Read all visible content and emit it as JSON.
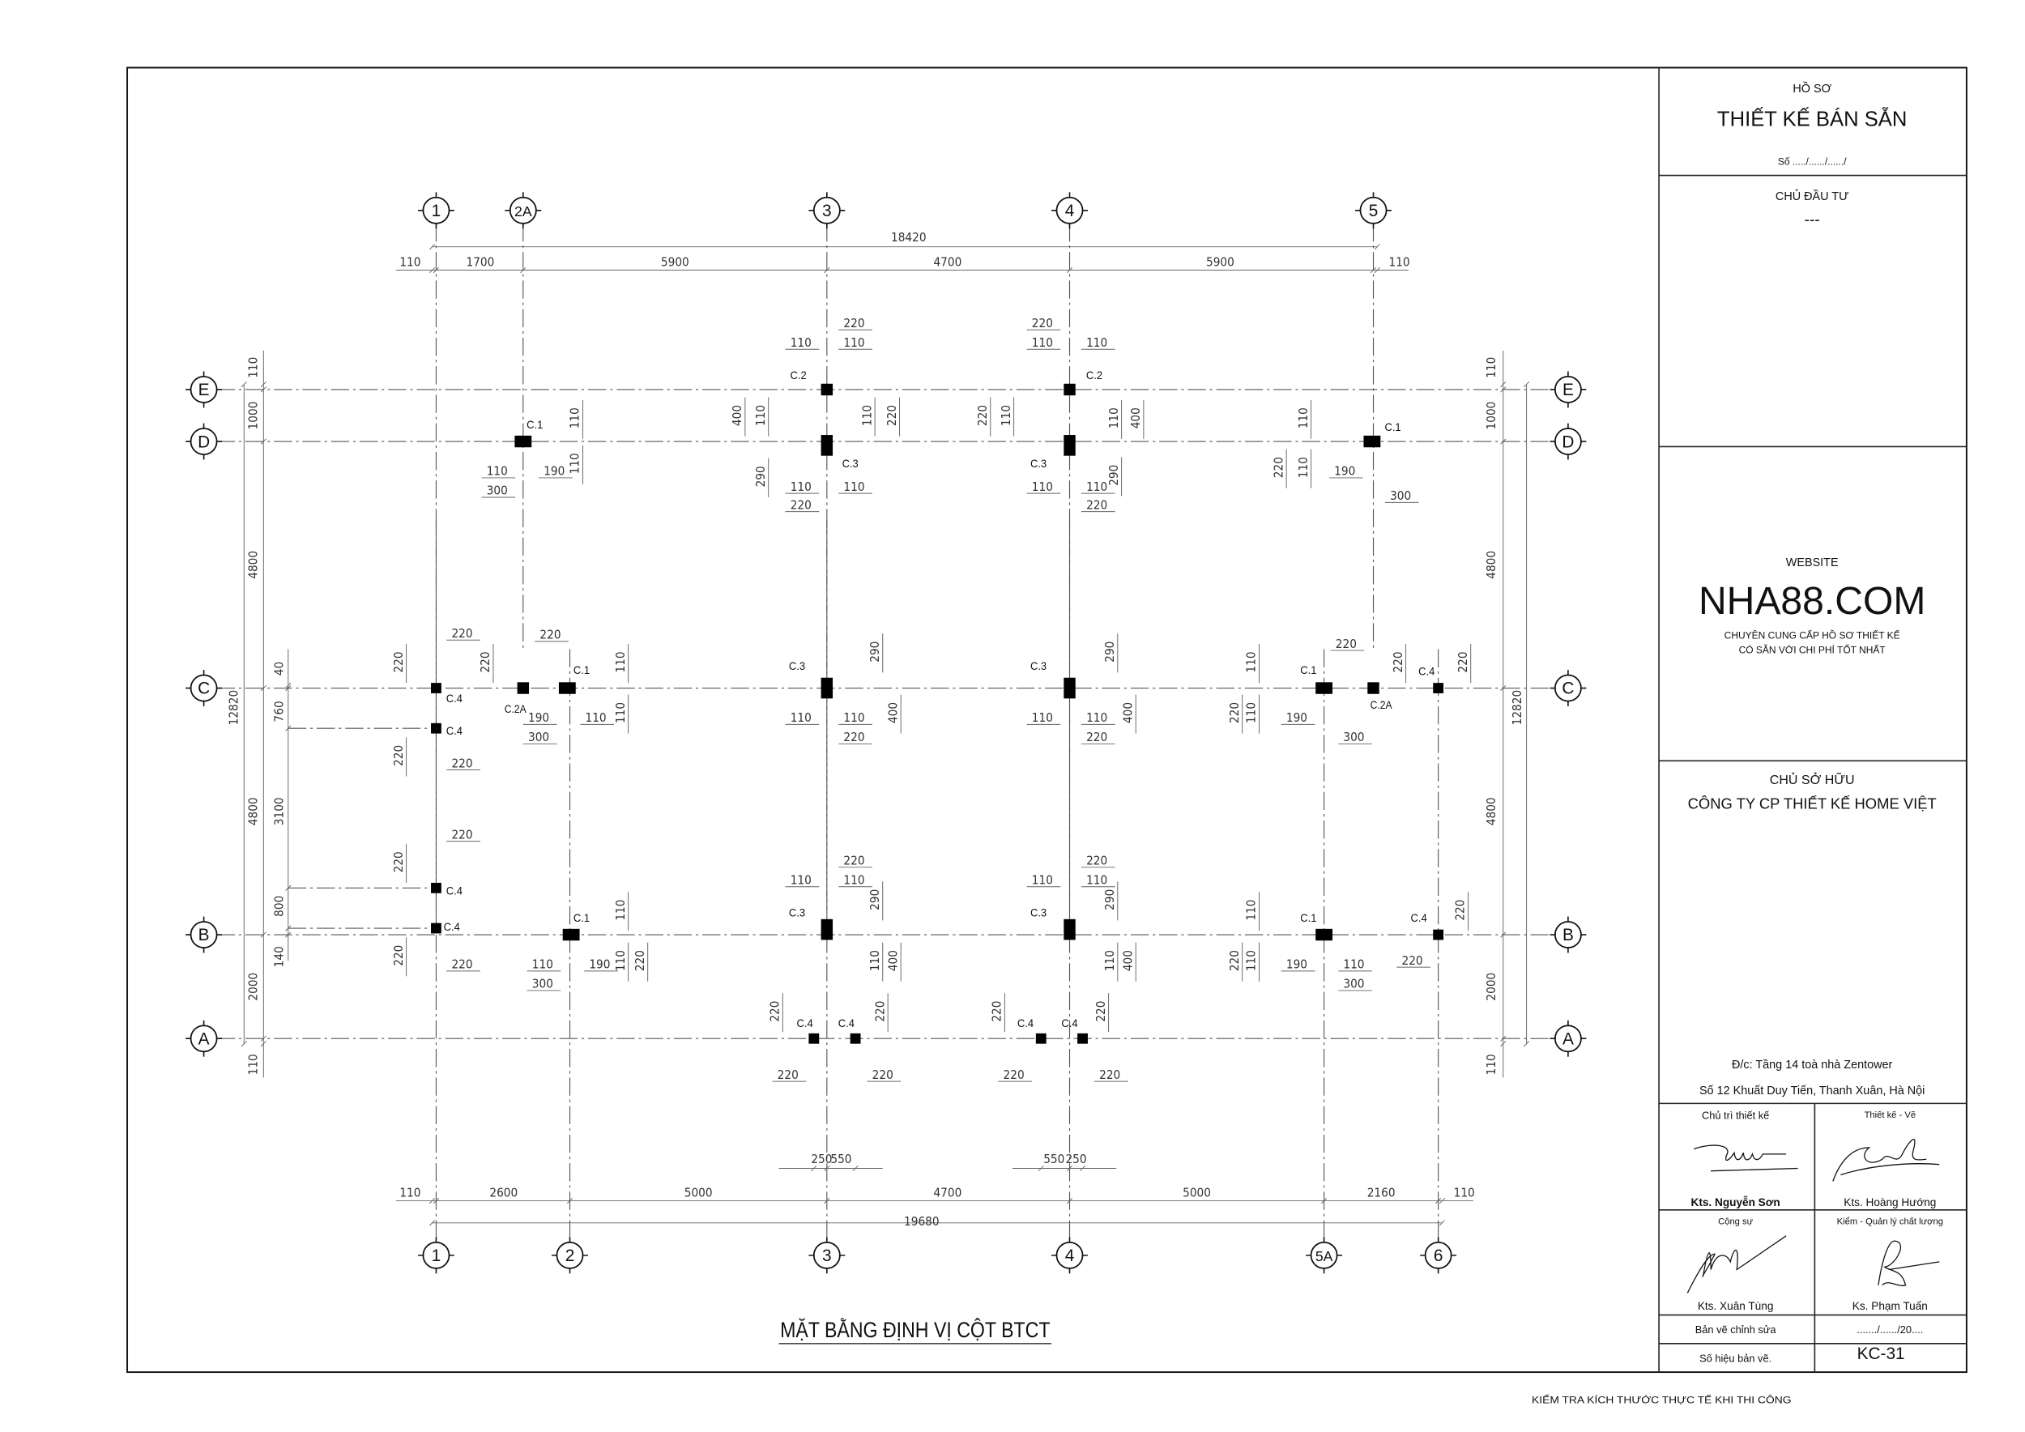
{
  "title_block": {
    "ho_so": "HỒ SƠ",
    "project_title": "THIẾT KẾ BÁN SẴN",
    "number": "Số ...../....../....../",
    "investor_label": "CHỦ ĐẦU TƯ",
    "investor_value": "---",
    "website_label": "WEBSITE",
    "website": "NHA88.COM",
    "tagline_1": "CHUYÊN CUNG CẤP HỒ SƠ THIẾT KẾ",
    "tagline_2": "CÓ SẴN VỚI CHI PHÍ TỐT NHẤT",
    "owner_label": "CHỦ SỞ HỮU",
    "owner_value": "CÔNG TY CP THIẾT KẾ HOME VIỆT",
    "address_1": "Đ/c: Tầng 14 toà nhà Zentower",
    "address_2": "Số 12 Khuất Duy Tiến, Thanh Xuân, Hà Nội",
    "roles": [
      {
        "role": "Chủ trì thiết kế",
        "name": "Kts. Nguyễn Sơn"
      },
      {
        "role": "Thiết kế - Vẽ",
        "name": "Kts. Hoàng Hướng"
      },
      {
        "role": "Cộng sự",
        "name": "Kts. Xuân Tùng"
      },
      {
        "role": "Kiểm - Quản lý chất lượng",
        "name": "Ks. Phạm Tuấn"
      }
    ],
    "revision_label": "Bản vẽ chỉnh sửa",
    "revision_value": "......./....../20....",
    "sheet_label": "Số hiệu bản vẽ.",
    "sheet_value": "KC-31"
  },
  "drawing": {
    "title": "MẶT BẰNG ĐỊNH VỊ CỘT BTCT",
    "footer_note": "KIỂM TRA KÍCH THƯỚC THỰC TẾ KHI THI CÔNG",
    "top_axes": [
      "1",
      "2A",
      "3",
      "4",
      "5"
    ],
    "bottom_axes": [
      "1",
      "2",
      "3",
      "4",
      "5A",
      "6"
    ],
    "row_axes": [
      "E",
      "D",
      "C",
      "B",
      "A"
    ],
    "top_overall": "18420",
    "top_dims": [
      "110",
      "1700",
      "5900",
      "4700",
      "5900",
      "110"
    ],
    "bottom_overall": "19680",
    "bottom_dims": [
      "110",
      "2600",
      "5000",
      "4700",
      "5000",
      "2160",
      "110"
    ],
    "bottom_extra": [
      "250",
      "550",
      "550",
      "250"
    ],
    "left_overall": "12820",
    "left_dims": [
      "110",
      "1000",
      "4800",
      "4800",
      "2000",
      "110"
    ],
    "left_inner_dims": [
      "40",
      "760",
      "3100",
      "800",
      "140"
    ],
    "right_overall": "12820",
    "right_dims": [
      "110",
      "1000",
      "4800",
      "4800",
      "2000",
      "110"
    ],
    "columns": [
      {
        "label": "C.1",
        "dims": [
          "110",
          "190",
          "300",
          "110",
          "110"
        ]
      },
      {
        "label": "C.2",
        "dims": [
          "220",
          "110",
          "110",
          "110",
          "220"
        ]
      },
      {
        "label": "C.3",
        "dims": [
          "400",
          "110",
          "290",
          "110",
          "110",
          "220"
        ]
      },
      {
        "label": "C.2",
        "dims": [
          "220",
          "110",
          "110",
          "220",
          "110"
        ]
      },
      {
        "label": "C.3",
        "dims": [
          "110",
          "400",
          "290",
          "110",
          "110",
          "220"
        ]
      },
      {
        "label": "C.1",
        "dims": [
          "110",
          "220",
          "110",
          "190",
          "300"
        ]
      },
      {
        "label": "C.4",
        "dims": [
          "220",
          "220"
        ]
      },
      {
        "label": "C.4",
        "dims": [
          "220",
          "220"
        ]
      },
      {
        "label": "C.2A",
        "dims": [
          "220",
          "220"
        ]
      },
      {
        "label": "C.1",
        "dims": [
          "190",
          "110",
          "300",
          "110",
          "110"
        ]
      },
      {
        "label": "C.3",
        "dims": [
          "290",
          "110",
          "110",
          "400",
          "220"
        ]
      },
      {
        "label": "C.3",
        "dims": [
          "290",
          "110",
          "110",
          "400",
          "220"
        ]
      },
      {
        "label": "C.1",
        "dims": [
          "110",
          "220",
          "110",
          "190",
          "300"
        ]
      },
      {
        "label": "C.2A",
        "dims": [
          "220",
          "220"
        ]
      },
      {
        "label": "C.4",
        "dims": [
          "220"
        ]
      },
      {
        "label": "C.4",
        "dims": [
          "220",
          "220"
        ]
      },
      {
        "label": "C.4",
        "dims": [
          "220",
          "220"
        ]
      },
      {
        "label": "C.1",
        "dims": [
          "110",
          "110",
          "220",
          "110",
          "190",
          "300"
        ]
      },
      {
        "label": "C.3",
        "dims": [
          "220",
          "110",
          "110",
          "290",
          "110",
          "400"
        ]
      },
      {
        "label": "C.3",
        "dims": [
          "220",
          "110",
          "110",
          "290",
          "110",
          "400"
        ]
      },
      {
        "label": "C.1",
        "dims": [
          "110",
          "220",
          "110",
          "190",
          "110",
          "300"
        ]
      },
      {
        "label": "C.4",
        "dims": [
          "220",
          "220"
        ]
      },
      {
        "label": "C.4",
        "dims": [
          "220",
          "220"
        ]
      },
      {
        "label": "C.4",
        "dims": [
          "220",
          "220"
        ]
      },
      {
        "label": "C.4",
        "dims": [
          "220",
          "220"
        ]
      },
      {
        "label": "C.4",
        "dims": [
          "220",
          "220"
        ]
      }
    ]
  }
}
